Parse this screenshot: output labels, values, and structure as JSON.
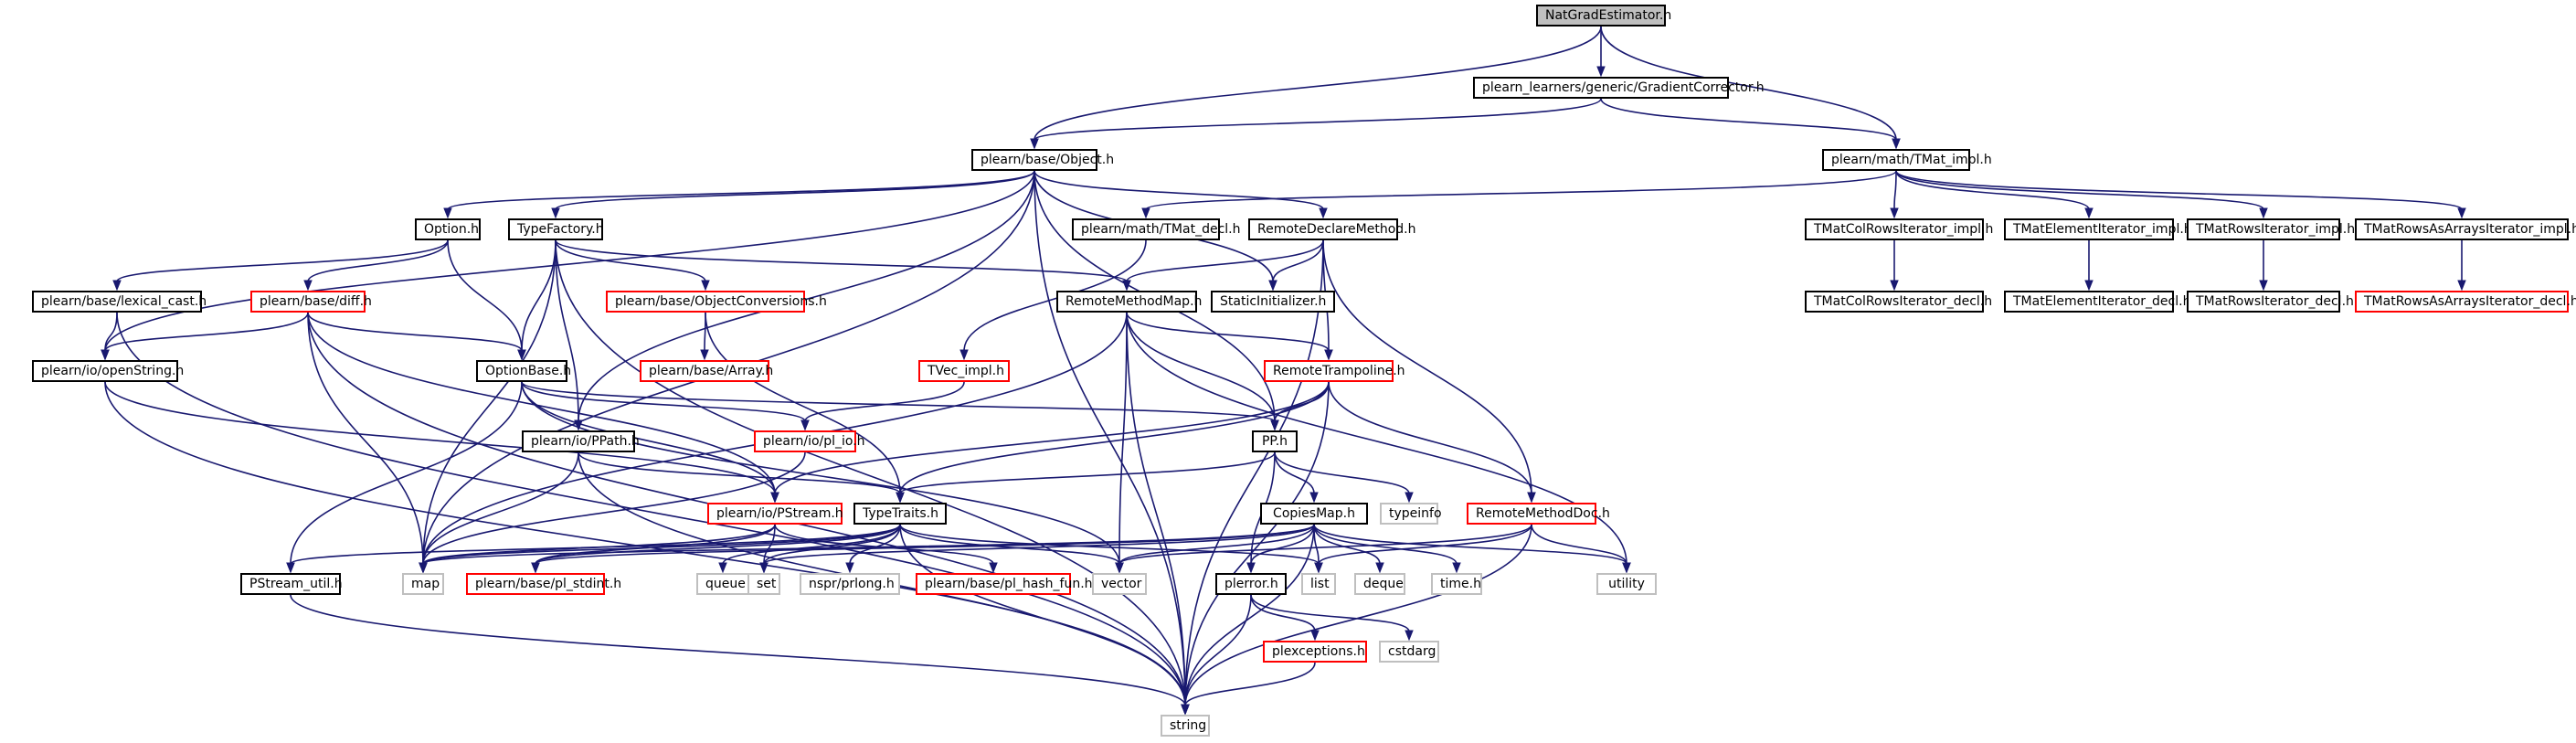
{
  "colors": {
    "edge": "#191970",
    "root_fill": "#bfbfbf",
    "truncated_border": "#ff0000",
    "external_border": "#bfbfbf",
    "normal_border": "#000000"
  },
  "nodes": [
    {
      "id": "natgrad",
      "label": "NatGradEstimator.h",
      "kind": "root"
    },
    {
      "id": "gradcorr",
      "label": "plearn_learners/generic/GradientCorrector.h",
      "kind": "normal"
    },
    {
      "id": "object",
      "label": "plearn/base/Object.h",
      "kind": "normal"
    },
    {
      "id": "tmatimpl",
      "label": "plearn/math/TMat_impl.h",
      "kind": "normal"
    },
    {
      "id": "option",
      "label": "Option.h",
      "kind": "normal"
    },
    {
      "id": "typefactory",
      "label": "TypeFactory.h",
      "kind": "normal"
    },
    {
      "id": "tmatdecl",
      "label": "plearn/math/TMat_decl.h",
      "kind": "normal"
    },
    {
      "id": "remotedeclare",
      "label": "RemoteDeclareMethod.h",
      "kind": "normal"
    },
    {
      "id": "tmatcolimpl",
      "label": "TMatColRowsIterator_impl.h",
      "kind": "normal"
    },
    {
      "id": "tmatelemimpl",
      "label": "TMatElementIterator_impl.h",
      "kind": "normal"
    },
    {
      "id": "tmatrowsimpl",
      "label": "TMatRowsIterator_impl.h",
      "kind": "normal"
    },
    {
      "id": "tmatrowsarrimpl",
      "label": "TMatRowsAsArraysIterator_impl.h",
      "kind": "normal"
    },
    {
      "id": "lexicalcast",
      "label": "plearn/base/lexical_cast.h",
      "kind": "normal"
    },
    {
      "id": "diff",
      "label": "plearn/base/diff.h",
      "kind": "red"
    },
    {
      "id": "objconv",
      "label": "plearn/base/ObjectConversions.h",
      "kind": "red"
    },
    {
      "id": "remotemethodmap",
      "label": "RemoteMethodMap.h",
      "kind": "normal"
    },
    {
      "id": "staticinit",
      "label": "StaticInitializer.h",
      "kind": "normal"
    },
    {
      "id": "tmatcoldecl",
      "label": "TMatColRowsIterator_decl.h",
      "kind": "normal"
    },
    {
      "id": "tmatelemdecl",
      "label": "TMatElementIterator_decl.h",
      "kind": "normal"
    },
    {
      "id": "tmatrowsdecl",
      "label": "TMatRowsIterator_decl.h",
      "kind": "normal"
    },
    {
      "id": "tmatrowsarrdecl",
      "label": "TMatRowsAsArraysIterator_decl.h",
      "kind": "red"
    },
    {
      "id": "openstring",
      "label": "plearn/io/openString.h",
      "kind": "normal"
    },
    {
      "id": "optionbase",
      "label": "OptionBase.h",
      "kind": "normal"
    },
    {
      "id": "array",
      "label": "plearn/base/Array.h",
      "kind": "red"
    },
    {
      "id": "tvecimpl",
      "label": "TVec_impl.h",
      "kind": "red"
    },
    {
      "id": "remotetramp",
      "label": "RemoteTrampoline.h",
      "kind": "red"
    },
    {
      "id": "ppath",
      "label": "plearn/io/PPath.h",
      "kind": "normal"
    },
    {
      "id": "plio",
      "label": "plearn/io/pl_io.h",
      "kind": "red"
    },
    {
      "id": "pp",
      "label": "PP.h",
      "kind": "normal"
    },
    {
      "id": "pstream",
      "label": "plearn/io/PStream.h",
      "kind": "red"
    },
    {
      "id": "typetraits",
      "label": "TypeTraits.h",
      "kind": "normal"
    },
    {
      "id": "copiesmap",
      "label": "CopiesMap.h",
      "kind": "normal"
    },
    {
      "id": "typeinfo",
      "label": "typeinfo",
      "kind": "gray"
    },
    {
      "id": "remotemethoddoc",
      "label": "RemoteMethodDoc.h",
      "kind": "red"
    },
    {
      "id": "pstreamutil",
      "label": "PStream_util.h",
      "kind": "normal"
    },
    {
      "id": "map",
      "label": "map",
      "kind": "gray"
    },
    {
      "id": "plstdint",
      "label": "plearn/base/pl_stdint.h",
      "kind": "red"
    },
    {
      "id": "queue",
      "label": "queue",
      "kind": "gray"
    },
    {
      "id": "set",
      "label": "set",
      "kind": "gray"
    },
    {
      "id": "nsprlong",
      "label": "nspr/prlong.h",
      "kind": "gray"
    },
    {
      "id": "hashfun",
      "label": "plearn/base/pl_hash_fun.h",
      "kind": "red"
    },
    {
      "id": "vector",
      "label": "vector",
      "kind": "gray"
    },
    {
      "id": "plerror",
      "label": "plerror.h",
      "kind": "normal"
    },
    {
      "id": "list",
      "label": "list",
      "kind": "gray"
    },
    {
      "id": "deque",
      "label": "deque",
      "kind": "gray"
    },
    {
      "id": "time",
      "label": "time.h",
      "kind": "gray"
    },
    {
      "id": "utility",
      "label": "utility",
      "kind": "gray"
    },
    {
      "id": "plexceptions",
      "label": "plexceptions.h",
      "kind": "red"
    },
    {
      "id": "cstdarg",
      "label": "cstdarg",
      "kind": "gray"
    },
    {
      "id": "string",
      "label": "string",
      "kind": "gray"
    }
  ],
  "edges": [
    [
      "natgrad",
      "gradcorr"
    ],
    [
      "natgrad",
      "object"
    ],
    [
      "natgrad",
      "tmatimpl"
    ],
    [
      "gradcorr",
      "object"
    ],
    [
      "gradcorr",
      "tmatimpl"
    ],
    [
      "object",
      "option"
    ],
    [
      "object",
      "typefactory"
    ],
    [
      "object",
      "remotedeclare"
    ],
    [
      "object",
      "staticinit"
    ],
    [
      "object",
      "openstring"
    ],
    [
      "object",
      "ppath"
    ],
    [
      "object",
      "pp"
    ],
    [
      "object",
      "map"
    ],
    [
      "object",
      "string"
    ],
    [
      "tmatimpl",
      "tmatdecl"
    ],
    [
      "tmatimpl",
      "tmatcolimpl"
    ],
    [
      "tmatimpl",
      "tmatelemimpl"
    ],
    [
      "tmatimpl",
      "tmatrowsimpl"
    ],
    [
      "tmatimpl",
      "tmatrowsarrimpl"
    ],
    [
      "tmatcolimpl",
      "tmatcoldecl"
    ],
    [
      "tmatelemimpl",
      "tmatelemdecl"
    ],
    [
      "tmatrowsimpl",
      "tmatrowsdecl"
    ],
    [
      "tmatrowsarrimpl",
      "tmatrowsarrdecl"
    ],
    [
      "tmatdecl",
      "tvecimpl"
    ],
    [
      "tvecimpl",
      "plio"
    ],
    [
      "option",
      "lexicalcast"
    ],
    [
      "option",
      "diff"
    ],
    [
      "option",
      "optionbase"
    ],
    [
      "typefactory",
      "objconv"
    ],
    [
      "typefactory",
      "optionbase"
    ],
    [
      "typefactory",
      "remotemethodmap"
    ],
    [
      "typefactory",
      "ppath"
    ],
    [
      "typefactory",
      "map"
    ],
    [
      "typefactory",
      "string"
    ],
    [
      "remotedeclare",
      "remotemethodmap"
    ],
    [
      "remotedeclare",
      "staticinit"
    ],
    [
      "remotedeclare",
      "remotetramp"
    ],
    [
      "remotedeclare",
      "remotemethoddoc"
    ],
    [
      "remotedeclare",
      "string"
    ],
    [
      "lexicalcast",
      "openstring"
    ],
    [
      "lexicalcast",
      "string"
    ],
    [
      "diff",
      "openstring"
    ],
    [
      "diff",
      "optionbase"
    ],
    [
      "diff",
      "pstream"
    ],
    [
      "diff",
      "map"
    ],
    [
      "diff",
      "string"
    ],
    [
      "objconv",
      "array"
    ],
    [
      "objconv",
      "typetraits"
    ],
    [
      "remotemethodmap",
      "pp"
    ],
    [
      "remotemethodmap",
      "remotetramp"
    ],
    [
      "remotemethodmap",
      "map"
    ],
    [
      "remotemethodmap",
      "vector"
    ],
    [
      "remotemethodmap",
      "string"
    ],
    [
      "remotemethodmap",
      "utility"
    ],
    [
      "openstring",
      "pstream"
    ],
    [
      "openstring",
      "string"
    ],
    [
      "optionbase",
      "plio"
    ],
    [
      "optionbase",
      "pstream"
    ],
    [
      "optionbase",
      "pstreamutil"
    ],
    [
      "optionbase",
      "pp"
    ],
    [
      "optionbase",
      "vector"
    ],
    [
      "ppath",
      "typetraits"
    ],
    [
      "ppath",
      "map"
    ],
    [
      "ppath",
      "string"
    ],
    [
      "plio",
      "map"
    ],
    [
      "pp",
      "copiesmap"
    ],
    [
      "pp",
      "typetraits"
    ],
    [
      "pp",
      "typeinfo"
    ],
    [
      "pp",
      "plerror"
    ],
    [
      "remotetramp",
      "pp"
    ],
    [
      "remotetramp",
      "typetraits"
    ],
    [
      "remotetramp",
      "pstream"
    ],
    [
      "remotetramp",
      "remotemethoddoc"
    ],
    [
      "remotetramp",
      "string"
    ],
    [
      "pstream",
      "map"
    ],
    [
      "pstream",
      "set"
    ],
    [
      "pstream",
      "plstdint"
    ],
    [
      "pstream",
      "hashfun"
    ],
    [
      "typetraits",
      "queue"
    ],
    [
      "typetraits",
      "set"
    ],
    [
      "typetraits",
      "nsprlong"
    ],
    [
      "typetraits",
      "map"
    ],
    [
      "typetraits",
      "plstdint"
    ],
    [
      "typetraits",
      "vector"
    ],
    [
      "typetraits",
      "list"
    ],
    [
      "typetraits",
      "string"
    ],
    [
      "typetraits",
      "pstreamutil"
    ],
    [
      "copiesmap",
      "map"
    ],
    [
      "copiesmap",
      "set"
    ],
    [
      "copiesmap",
      "vector"
    ],
    [
      "copiesmap",
      "list"
    ],
    [
      "copiesmap",
      "deque"
    ],
    [
      "copiesmap",
      "time"
    ],
    [
      "copiesmap",
      "utility"
    ],
    [
      "copiesmap",
      "plerror"
    ],
    [
      "copiesmap",
      "string"
    ],
    [
      "copiesmap",
      "plstdint"
    ],
    [
      "remotemethoddoc",
      "list"
    ],
    [
      "remotemethoddoc",
      "vector"
    ],
    [
      "remotemethoddoc",
      "utility"
    ],
    [
      "remotemethoddoc",
      "string"
    ],
    [
      "plerror",
      "plexceptions"
    ],
    [
      "plerror",
      "cstdarg"
    ],
    [
      "plerror",
      "string"
    ],
    [
      "plexceptions",
      "string"
    ],
    [
      "pstreamutil",
      "string"
    ]
  ]
}
